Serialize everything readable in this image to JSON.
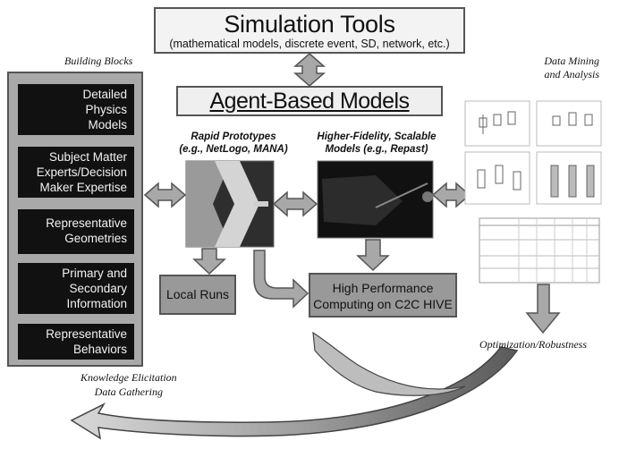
{
  "simulation_tools": {
    "title": "Simulation Tools",
    "subtitle": "(mathematical models, discrete event, SD, network, etc.)"
  },
  "agent_based_models": {
    "title": "Agent-Based Models",
    "rapid": {
      "line1": "Rapid Prototypes",
      "line2": "(e.g., NetLogo, MANA)"
    },
    "higher": {
      "line1": "Higher-Fidelity, Scalable",
      "line2": "Models (e.g., Repast)"
    }
  },
  "building_blocks": {
    "label": "Building Blocks",
    "items": [
      {
        "lines": [
          "Detailed",
          "Physics",
          "Models"
        ]
      },
      {
        "lines": [
          "Subject Matter",
          "Experts/Decision",
          "Maker Expertise"
        ]
      },
      {
        "lines": [
          "Representative",
          "Geometries"
        ]
      },
      {
        "lines": [
          "Primary and",
          "Secondary",
          "Information"
        ]
      },
      {
        "lines": [
          "Representative",
          "Behaviors"
        ]
      }
    ],
    "footer_line1": "Knowledge Elicitation",
    "footer_line2": "Data Gathering"
  },
  "data_mining": {
    "line1": "Data Mining",
    "line2": "and Analysis"
  },
  "local_runs": "Local Runs",
  "hpc": {
    "line1": "High Performance",
    "line2": "Computing on C2C HIVE"
  },
  "optimization": "Optimization/Robustness",
  "colors": {
    "arrow_fill": "#a8a8a8",
    "arrow_stroke": "#555555",
    "panel": "#a9a9a9",
    "block": "#111111"
  },
  "icons": [
    "double-arrow-icon",
    "down-arrow-icon",
    "curved-arrow-icon",
    "feedback-swirl-icon"
  ]
}
